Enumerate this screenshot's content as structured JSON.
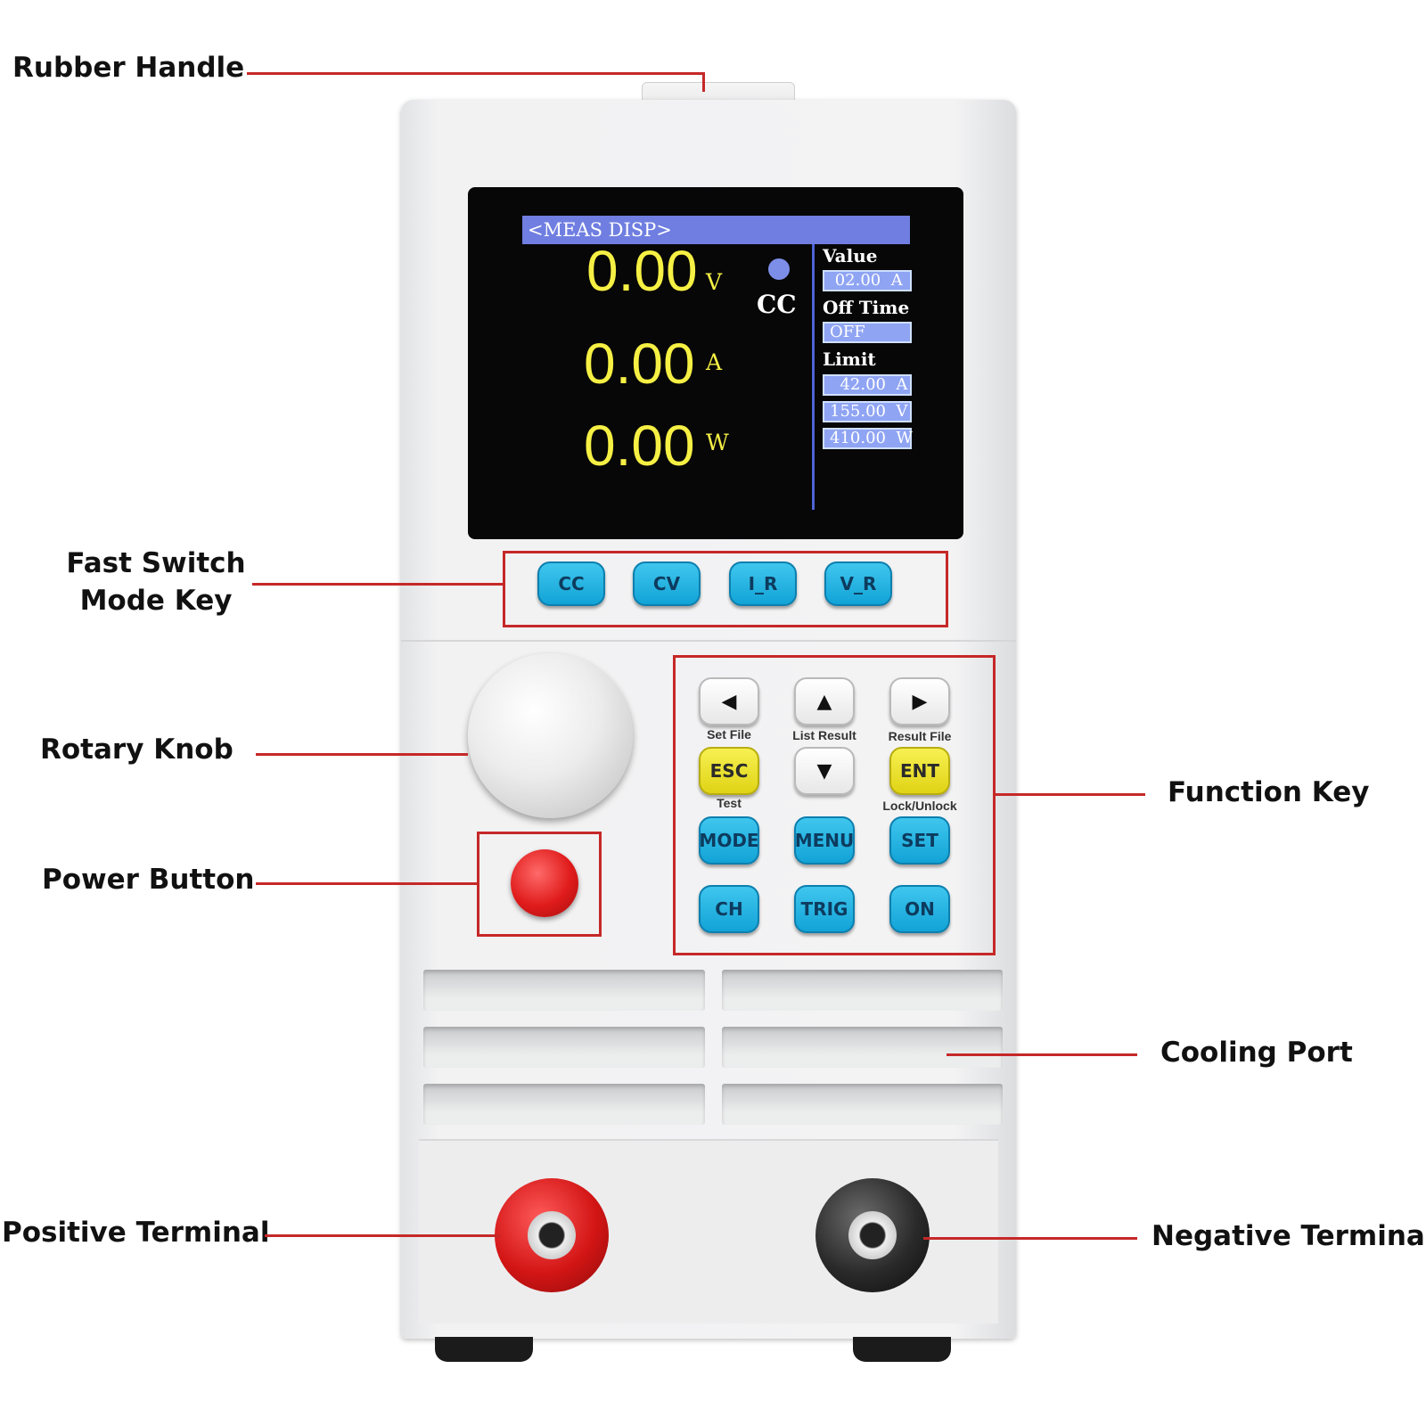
{
  "callouts": {
    "rubber_handle": "Rubber Handle",
    "fast_switch_line1": "Fast Switch",
    "fast_switch_line2": "Mode Key",
    "rotary_knob": "Rotary Knob",
    "power_button": "Power Button",
    "function_key": "Function Key",
    "cooling_port": "Cooling Port",
    "positive_terminal": "Positive Terminal",
    "negative_terminal": "Negative Terminal"
  },
  "display": {
    "title": "<MEAS DISP>",
    "voltage": "0.00",
    "voltage_unit": "V",
    "current": "0.00",
    "current_unit": "A",
    "power": "0.00",
    "power_unit": "W",
    "mode": "CC",
    "value_label": "Value",
    "value": " 02.00  A",
    "off_time_label": "Off Time",
    "off_time": "OFF",
    "limit_label": "Limit",
    "limit_current": "  42.00  A",
    "limit_voltage": "155.00  V",
    "limit_power": "410.00  W"
  },
  "fast_keys": [
    "CC",
    "CV",
    "I_R",
    "V_R"
  ],
  "function_keys": {
    "left_caption": "Set File",
    "up_caption": "List Result",
    "right_caption": "Result File",
    "esc": "ESC",
    "esc_caption": "Test",
    "ent": "ENT",
    "ent_caption": "Lock/Unlock",
    "mode": "MODE",
    "menu": "MENU",
    "set": "SET",
    "ch": "CH",
    "trig": "TRIG",
    "on": "ON"
  },
  "colors": {
    "callout_red": "#c62828",
    "lcd_yellow": "#f6f044",
    "key_blue": "#12a3d6",
    "key_yellow": "#e0d315",
    "power_red": "#e01b1b"
  }
}
